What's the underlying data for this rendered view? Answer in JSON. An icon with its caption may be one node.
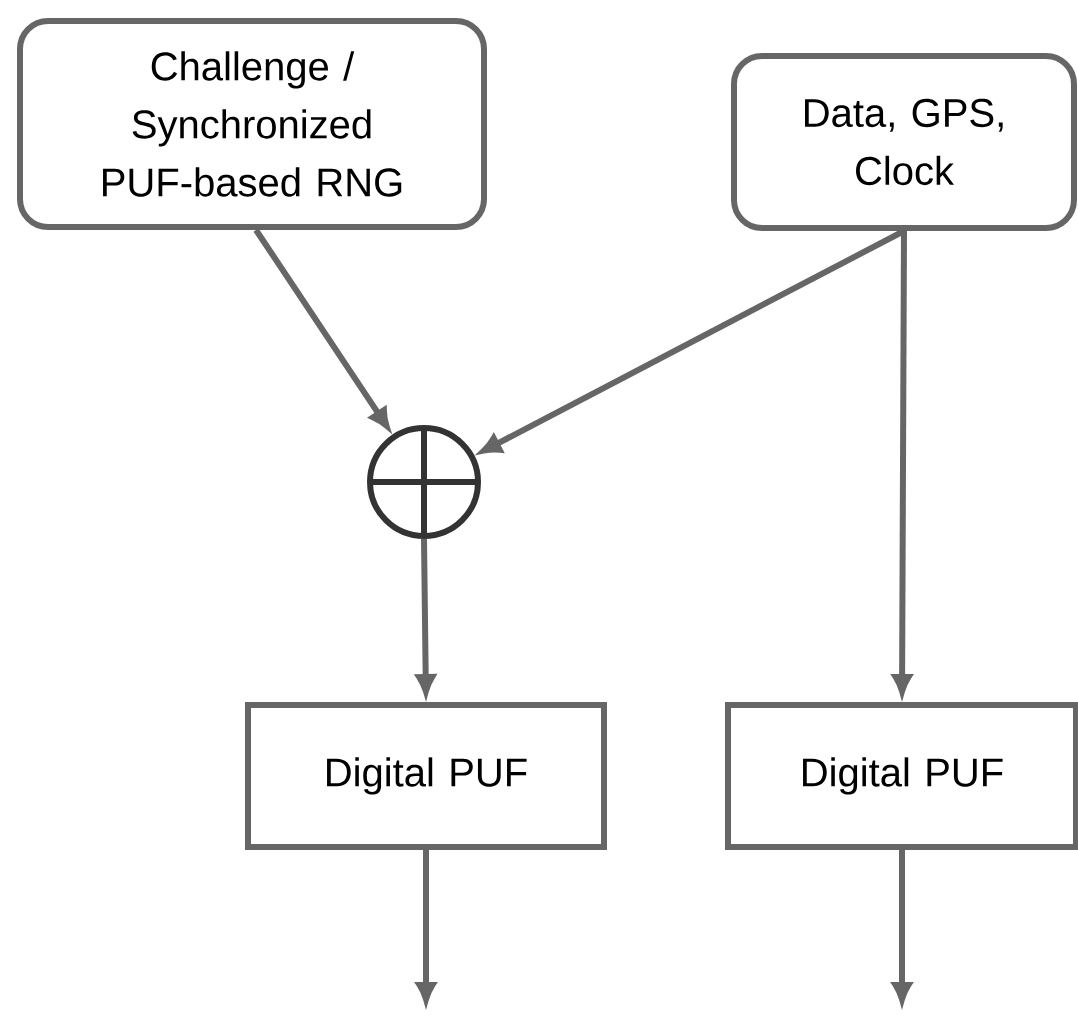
{
  "diagram": {
    "nodes": [
      {
        "text": [
          "Challenge / Synchronized PUF-based RNG"
        ]
      },
      {
        "text": [
          "Data, GPS, Clock"
        ]
      },
      {
        "text": [],
        "shape": "circle"
      },
      {
        "text": [
          "Digital PUF"
        ]
      },
      {
        "text": [
          "Digital PUF"
        ]
      }
    ],
    "edges": [
      {
        "from": 0,
        "to": 2,
        "arrow": "to"
      },
      {
        "from": 1,
        "to": 2,
        "arrow": "to"
      },
      {
        "from": 1,
        "to": 4,
        "arrow": "to"
      },
      {
        "from": 2,
        "to": 3,
        "arrow": "to"
      },
      {
        "from": 3,
        "to": null,
        "arrow": "to"
      },
      {
        "from": 4,
        "to": null,
        "arrow": "to"
      }
    ]
  }
}
